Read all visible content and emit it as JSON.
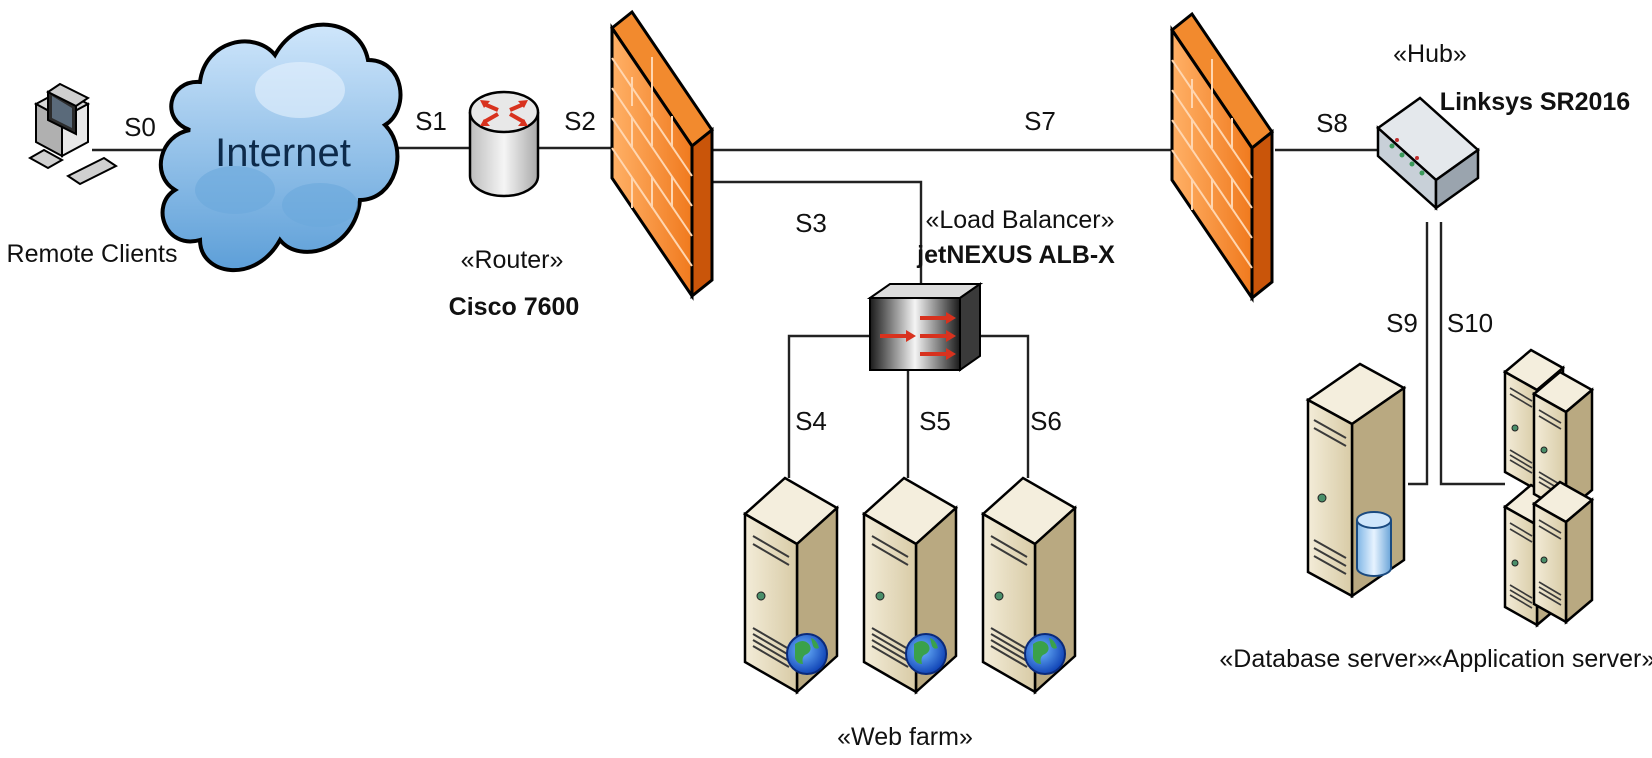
{
  "nodes": {
    "remote_clients": {
      "label": "Remote Clients"
    },
    "internet": {
      "label": "Internet"
    },
    "router": {
      "stereotype": "«Router»",
      "name": "Cisco 7600"
    },
    "load_balancer": {
      "stereotype": "«Load Balancer»",
      "name": "jetNEXUS ALB-X"
    },
    "hub": {
      "stereotype": "«Hub»",
      "name": "Linksys SR2016"
    },
    "web_farm": {
      "stereotype": "«Web farm»"
    },
    "database_server": {
      "stereotype": "«Database server»"
    },
    "application_server": {
      "stereotype": "«Application server»"
    }
  },
  "connections": [
    "S0",
    "S1",
    "S2",
    "S3",
    "S4",
    "S5",
    "S6",
    "S7",
    "S8",
    "S9",
    "S10"
  ],
  "colors": {
    "firewall": "#f07a1e",
    "firewall_dark": "#c9550a",
    "cloud": "#8fbfe8",
    "server": "#e6dcc2",
    "globe": "#2f7de0",
    "router_arrow": "#d8321e"
  }
}
